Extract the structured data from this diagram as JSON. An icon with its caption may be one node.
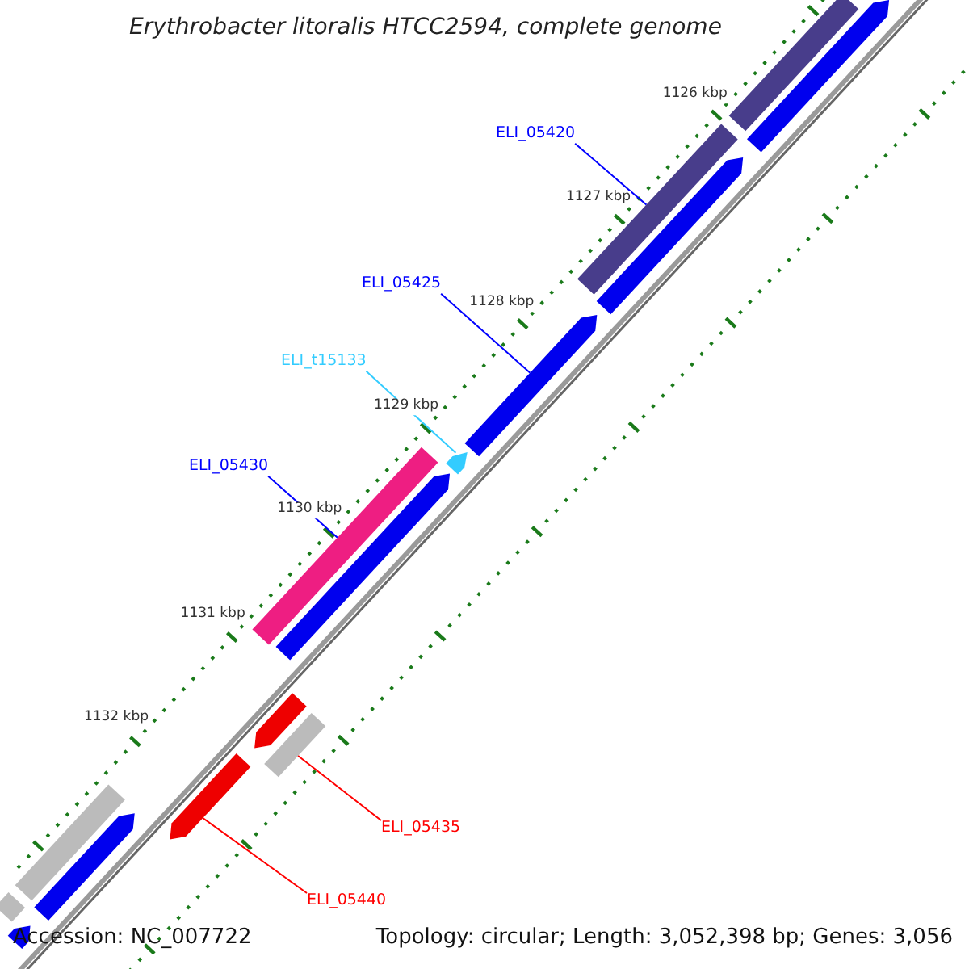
{
  "diagram": {
    "title": "Erythrobacter litoralis HTCC2594, complete genome",
    "nodes": [
      {
        "text": [
          "ELI_05420"
        ]
      },
      {
        "text": [
          "ELI_05425"
        ]
      },
      {
        "text": [
          "ELI_t15133"
        ]
      },
      {
        "text": [
          "ELI_05430"
        ]
      },
      {
        "text": [
          "ELI_05435"
        ]
      },
      {
        "text": [
          "ELI_05440"
        ]
      },
      {
        "text": [],
        "shape": "bar"
      },
      {
        "text": [],
        "shape": "arrow"
      },
      {
        "text": [],
        "shape": "bar"
      },
      {
        "text": [],
        "shape": "arrow"
      },
      {
        "text": [],
        "shape": "arrow"
      },
      {
        "text": [],
        "shape": "arrow"
      },
      {
        "text": [],
        "shape": "bar"
      },
      {
        "text": [],
        "shape": "arrow"
      },
      {
        "text": [],
        "shape": "arrow"
      },
      {
        "text": [],
        "shape": "bar"
      },
      {
        "text": [],
        "shape": "arrow"
      },
      {
        "text": [],
        "shape": "bar"
      },
      {
        "text": [],
        "shape": "arrow"
      },
      {
        "text": [],
        "shape": "bar"
      },
      {
        "text": [],
        "shape": "arrow"
      }
    ],
    "edges": [
      {
        "from": 0,
        "to": 8,
        "arrow": "none"
      },
      {
        "from": 1,
        "to": 10,
        "arrow": "none"
      },
      {
        "from": 2,
        "to": 11,
        "arrow": "none",
        "color": "#33ccff"
      },
      {
        "from": 3,
        "to": 12,
        "arrow": "none"
      },
      {
        "from": 4,
        "to": 15,
        "arrow": "none",
        "color": "#ff0000"
      },
      {
        "from": 5,
        "to": 16,
        "arrow": "none",
        "color": "#ff0000"
      }
    ],
    "labels": [
      "1126 kbp",
      "1127 kbp",
      "1128 kbp",
      "1129 kbp",
      "1130 kbp",
      "1131 kbp",
      "1132 kbp",
      "Accession: NC_007722",
      "Topology: circular; Length: 3,052,398 bp; Genes: 3,056"
    ]
  }
}
